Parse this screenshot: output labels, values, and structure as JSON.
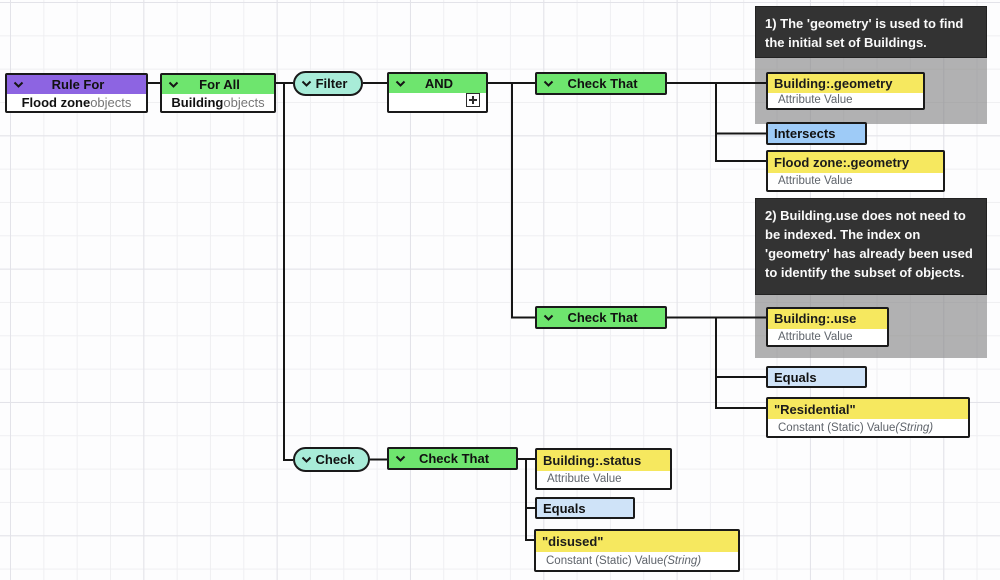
{
  "diagram": {
    "nodes": {
      "rule_for": {
        "label": "Rule For",
        "body_bold": "Flood zone",
        "body_rest": " objects"
      },
      "for_all": {
        "label": "For All",
        "body_bold": "Building",
        "body_rest": " objects"
      },
      "filter": {
        "label": "Filter"
      },
      "and": {
        "label": "AND"
      },
      "check_that_top": {
        "label": "Check That"
      },
      "check_that_mid": {
        "label": "Check That"
      },
      "check": {
        "label": "Check"
      },
      "check_that_bottom": {
        "label": "Check That"
      },
      "building_geometry": {
        "title": "Building:.geometry",
        "subtitle": "Attribute Value"
      },
      "intersects": {
        "label": "Intersects"
      },
      "flood_zone_geometry": {
        "title": "Flood zone:.geometry",
        "subtitle": "Attribute Value"
      },
      "building_use": {
        "title": "Building:.use",
        "subtitle": "Attribute Value"
      },
      "equals_top": {
        "label": "Equals"
      },
      "residential": {
        "title": "\"Residential\"",
        "subtitle": "Constant (Static) Value ",
        "subtitle_italic": "(String)"
      },
      "building_status": {
        "title": "Building:.status",
        "subtitle": "Attribute Value"
      },
      "equals_bottom": {
        "label": "Equals"
      },
      "disused": {
        "title": "\"disused\"",
        "subtitle": "Constant (Static) Value ",
        "subtitle_italic": "(String)"
      }
    },
    "annotations": [
      {
        "text": "1) The 'geometry' is used to find the initial set of Buildings."
      },
      {
        "text": "2) Building.use does not need to be indexed. The index on 'geometry' has already been used to identify the subset of objects."
      }
    ],
    "colors": {
      "rule_header": "#8d64e2",
      "action_header": "#6ee56e",
      "pill": "#a8ecd8",
      "value_header": "#f6e85f",
      "relation": "#9ecbf7",
      "predicate": "#cfe3f8",
      "annotation_bg": "#333333",
      "highlight": "#b3b3b3",
      "connector": "#161616"
    }
  }
}
